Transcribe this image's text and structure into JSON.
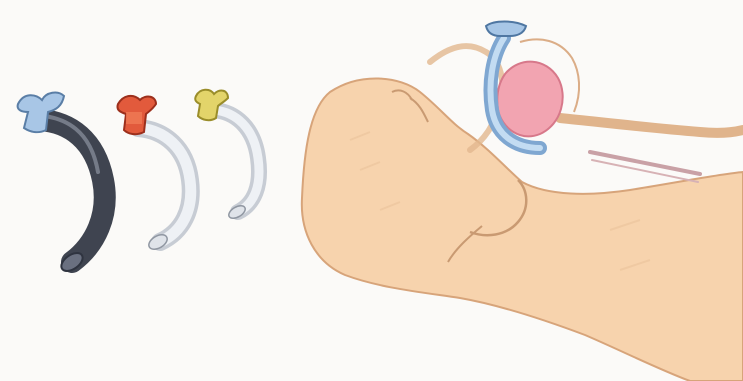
{
  "image": {
    "subject": "oropharyngeal-airways-and-infant-profile",
    "style": "colored-pencil-illustration"
  },
  "colors": {
    "paper": "#fbfaf8",
    "skin": "#f6d0a8",
    "skin_outline": "#d9a77c",
    "airway_blue": "#9fc3e6",
    "airway_blue_dark": "#5f86ad",
    "airway_dark": "#4a4f5c",
    "airway_clear": "#e8ecf1",
    "tongue_pink": "#f0a2b0",
    "flange_red": "#e0482e",
    "flange_yellow": "#e5d56a"
  },
  "airways": [
    {
      "name": "large-airway",
      "flange_color": "blue",
      "tube_color": "dark-grey"
    },
    {
      "name": "medium-airway",
      "flange_color": "red",
      "tube_color": "clear"
    },
    {
      "name": "small-airway",
      "flange_color": "yellow",
      "tube_color": "clear"
    }
  ]
}
